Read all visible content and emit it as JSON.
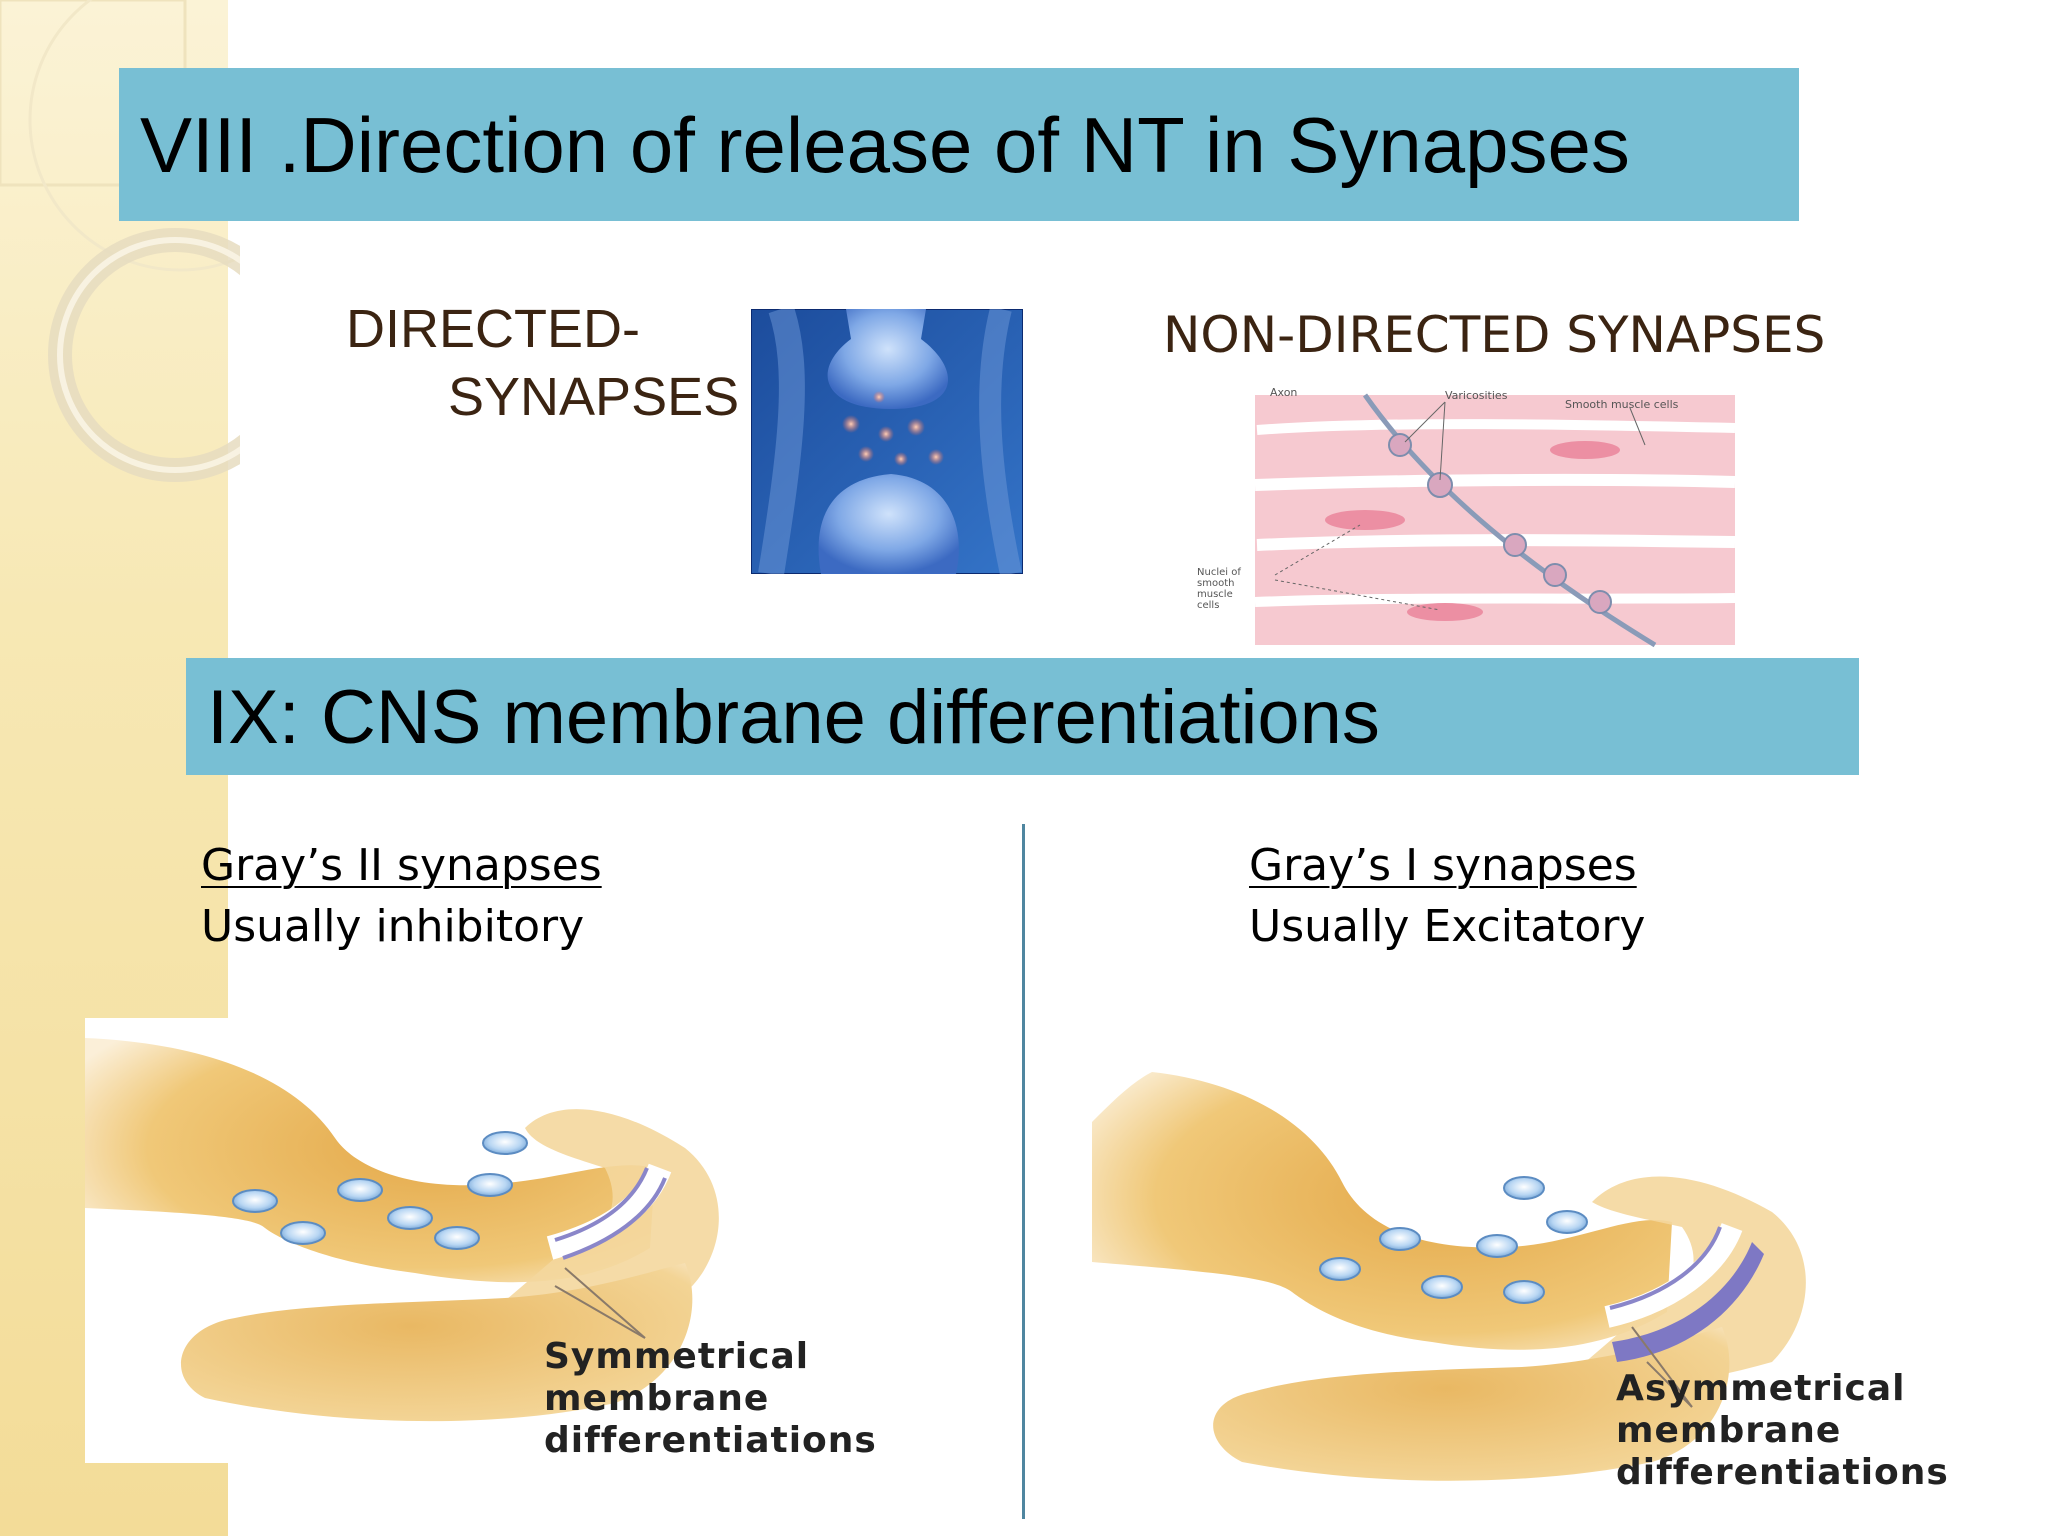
{
  "section8": {
    "title": "VIII .Direction of release of NT in Synapses"
  },
  "directed": {
    "label_line1": "DIRECTED-",
    "label_line2": "SYNAPSES"
  },
  "nondirected": {
    "label": "NON-DIRECTED SYNAPSES",
    "diagram_labels": {
      "axon": "Axon",
      "varicosities": "Varicosities",
      "smooth_muscle": "Smooth muscle cells",
      "nuclei": [
        "Nuclei of",
        "smooth",
        "muscle",
        "cells"
      ]
    }
  },
  "section9": {
    "title": "IX:  CNS membrane differentiations"
  },
  "left_column": {
    "heading": "Gray’s II synapses",
    "subheading": "Usually inhibitory",
    "caption": [
      "Symmetrical",
      "membrane",
      "differentiations"
    ]
  },
  "right_column": {
    "heading": "Gray’s I synapses",
    "subheading": "Usually Excitatory",
    "caption": [
      "Asymmetrical",
      "membrane",
      "differentiations"
    ]
  },
  "colors": {
    "title_bar": "#78bfd4",
    "left_band": "#f3dc98",
    "label_brown": "#3b2412",
    "divider": "#4f86a0"
  }
}
